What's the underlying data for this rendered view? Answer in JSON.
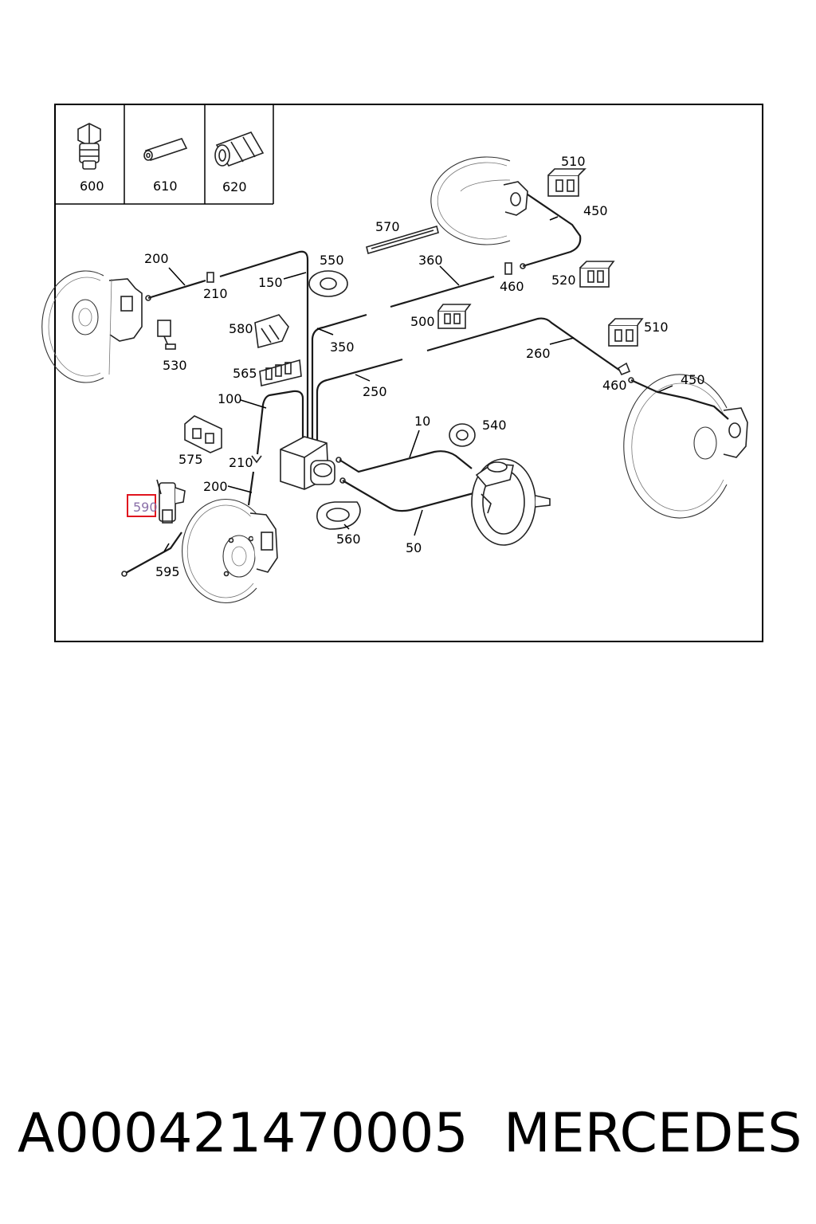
{
  "inset_labels": [
    "600",
    "610",
    "620"
  ],
  "part_labels": {
    "p200a": "200",
    "p210a": "210",
    "p150": "150",
    "p550": "550",
    "p570": "570",
    "p360": "360",
    "p460a": "460",
    "p510a": "510",
    "p450a": "450",
    "p520": "520",
    "p580": "580",
    "p530": "530",
    "p350": "350",
    "p500": "500",
    "p510b": "510",
    "p260": "260",
    "p565": "565",
    "p250": "250",
    "p460b": "460",
    "p450b": "450",
    "p100": "100",
    "p10": "10",
    "p540": "540",
    "p575": "575",
    "p210b": "210",
    "p200b": "200",
    "p590": "590",
    "p560": "560",
    "p50": "50",
    "p595": "595"
  },
  "highlighted_part": "590",
  "highlight_color": "#e0141e",
  "caption": {
    "part_number": "A000421470005",
    "brand": "MERCEDES"
  }
}
